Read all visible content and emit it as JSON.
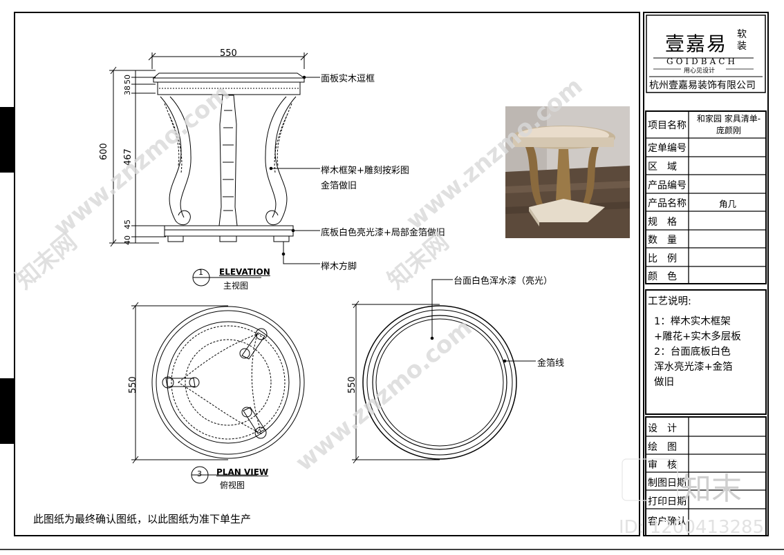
{
  "titleblock": {
    "brand_cn": "壹嘉易",
    "brand_side": "软装",
    "brand_en": "GOIDBACH",
    "slogan": "用心见设计",
    "company": "杭州壹嘉易装饰有限公司"
  },
  "info_rows": [
    {
      "label": "项目名称",
      "value": "和家园 家具清单-庞颜刚"
    },
    {
      "label": "定单编号",
      "value": ""
    },
    {
      "label": "区　域",
      "value": ""
    },
    {
      "label": "产品编号",
      "value": ""
    },
    {
      "label": "产品名称",
      "value": "角几"
    },
    {
      "label": "规　格",
      "value": ""
    },
    {
      "label": "数　量",
      "value": ""
    },
    {
      "label": "比　例",
      "value": ""
    },
    {
      "label": "颜　色",
      "value": ""
    }
  ],
  "process": {
    "title": "工艺说明:",
    "lines": [
      "1：榉木实木框架",
      "+雕花+实木多层板",
      "2：台面底板白色",
      "浑水亮光漆+金箔",
      "做旧"
    ]
  },
  "sign_rows": [
    {
      "label": "设　计"
    },
    {
      "label": "绘　图"
    },
    {
      "label": "审　核"
    },
    {
      "label": "制图日期"
    },
    {
      "label": "打印日期"
    },
    {
      "label": "客户确认"
    }
  ],
  "elevation": {
    "width_dim": "550",
    "height_dim": "600",
    "dim_top1": "50",
    "dim_top2": "38",
    "dim_mid": "467",
    "dim_low": "45",
    "dim_bot": "40",
    "callouts": [
      "面板实木逗框",
      "榉木框架+雕刻按彩图",
      "金箔做旧",
      "底板白色亮光漆+局部金箔做旧",
      "榉木方脚"
    ],
    "tag_num": "1",
    "tag_title": "ELEVATION",
    "tag_sub": "主视图"
  },
  "plan": {
    "dim": "550",
    "tag_num": "3",
    "tag_title": "PLAN VIEW",
    "tag_sub": "俯视图"
  },
  "top_view": {
    "dim": "550",
    "callout_top": "台面白色浑水漆（亮光）",
    "callout_side": "金箔线"
  },
  "footer_note": "此图纸为最终确认图纸，以此图纸为准下单生产",
  "watermark": {
    "site": "www.znzmo.com",
    "brand": "知末网",
    "logo": "知末",
    "id": "ID: 1200413285"
  }
}
